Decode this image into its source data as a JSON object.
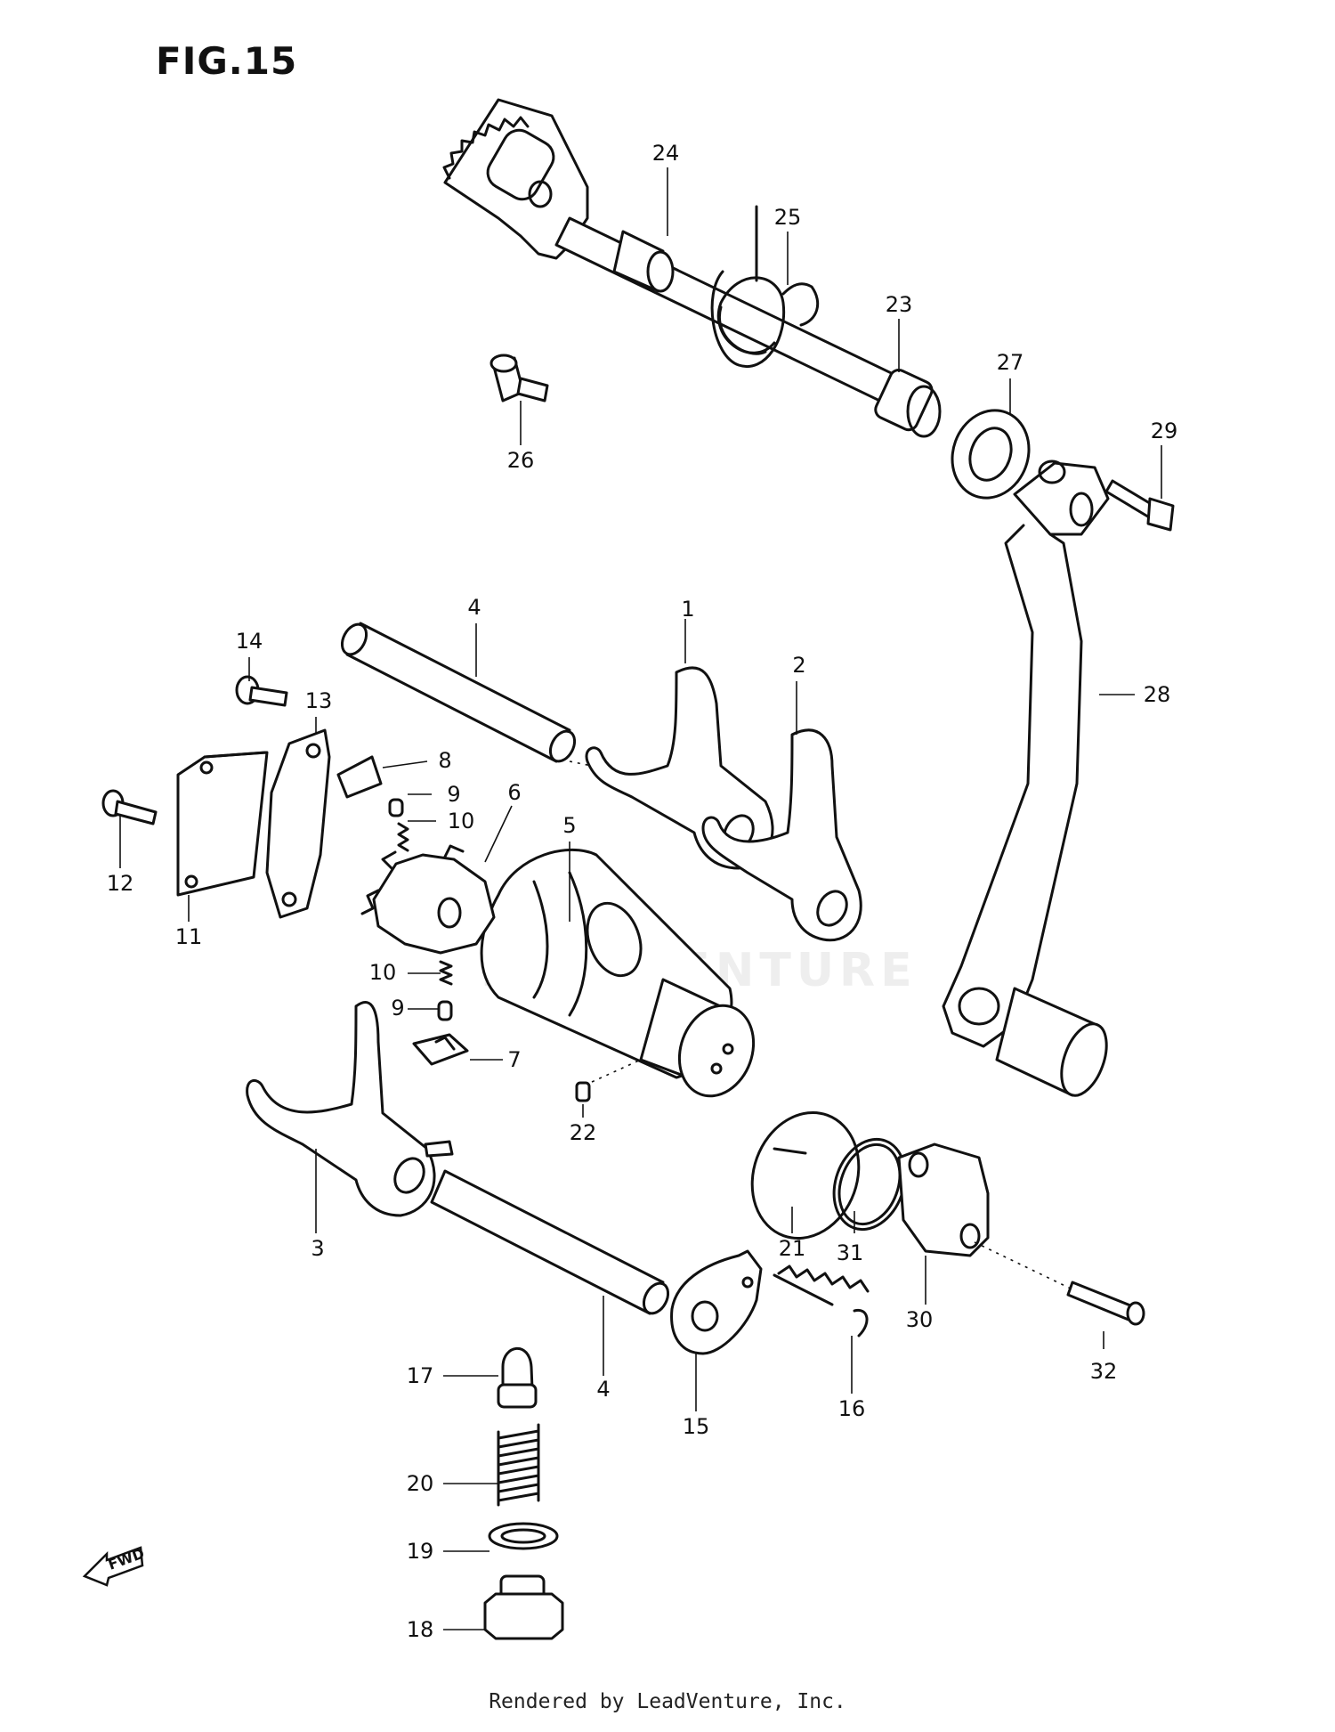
{
  "figure": {
    "title": "FIG.15",
    "footer": "Rendered by LeadVenture, Inc.",
    "watermark": "LEADVENTURE",
    "direction_marker": "FWD"
  },
  "callouts": [
    {
      "id": "1",
      "label": "1"
    },
    {
      "id": "2",
      "label": "2"
    },
    {
      "id": "3",
      "label": "3"
    },
    {
      "id": "4a",
      "label": "4"
    },
    {
      "id": "4b",
      "label": "4"
    },
    {
      "id": "5",
      "label": "5"
    },
    {
      "id": "6",
      "label": "6"
    },
    {
      "id": "7",
      "label": "7"
    },
    {
      "id": "8",
      "label": "8"
    },
    {
      "id": "9a",
      "label": "9"
    },
    {
      "id": "9b",
      "label": "9"
    },
    {
      "id": "10a",
      "label": "10"
    },
    {
      "id": "10b",
      "label": "10"
    },
    {
      "id": "11",
      "label": "11"
    },
    {
      "id": "12",
      "label": "12"
    },
    {
      "id": "13",
      "label": "13"
    },
    {
      "id": "14",
      "label": "14"
    },
    {
      "id": "15",
      "label": "15"
    },
    {
      "id": "16",
      "label": "16"
    },
    {
      "id": "17",
      "label": "17"
    },
    {
      "id": "18",
      "label": "18"
    },
    {
      "id": "19",
      "label": "19"
    },
    {
      "id": "20",
      "label": "20"
    },
    {
      "id": "21",
      "label": "21"
    },
    {
      "id": "22",
      "label": "22"
    },
    {
      "id": "23",
      "label": "23"
    },
    {
      "id": "24",
      "label": "24"
    },
    {
      "id": "25",
      "label": "25"
    },
    {
      "id": "26",
      "label": "26"
    },
    {
      "id": "27",
      "label": "27"
    },
    {
      "id": "28",
      "label": "28"
    },
    {
      "id": "29",
      "label": "29"
    },
    {
      "id": "30",
      "label": "30"
    },
    {
      "id": "31",
      "label": "31"
    },
    {
      "id": "32",
      "label": "32"
    }
  ]
}
